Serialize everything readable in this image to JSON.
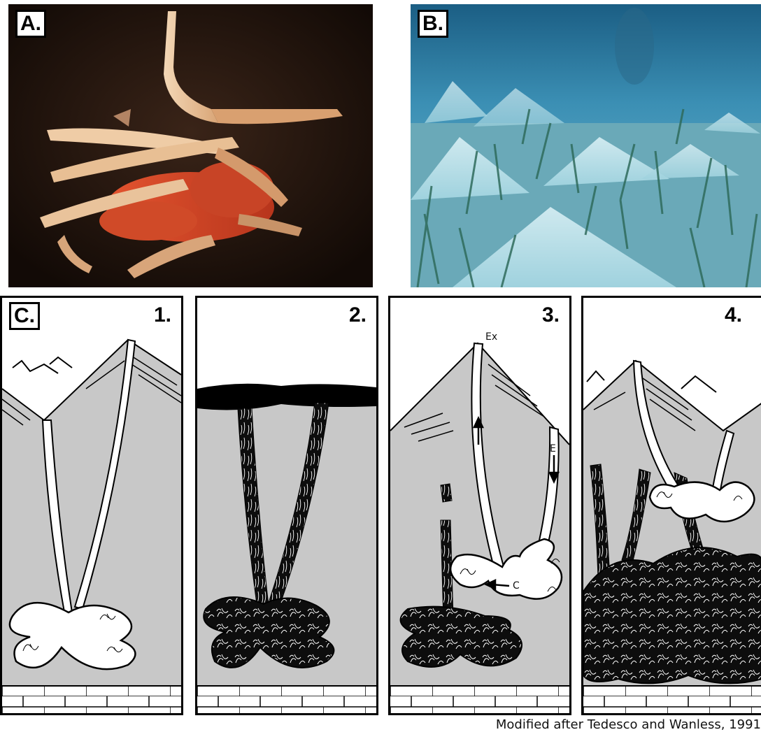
{
  "photo_a": {
    "label": "A."
  },
  "photo_b": {
    "label": "B."
  },
  "panel_c": {
    "label": "C.",
    "steps": [
      {
        "number": "1."
      },
      {
        "number": "2."
      },
      {
        "number": "3.",
        "annotations": {
          "exit": "Ex",
          "entry": "E",
          "chamber": "C"
        }
      },
      {
        "number": "4."
      }
    ]
  },
  "credit": "Modified after Tedesco and Wanless, 1991"
}
